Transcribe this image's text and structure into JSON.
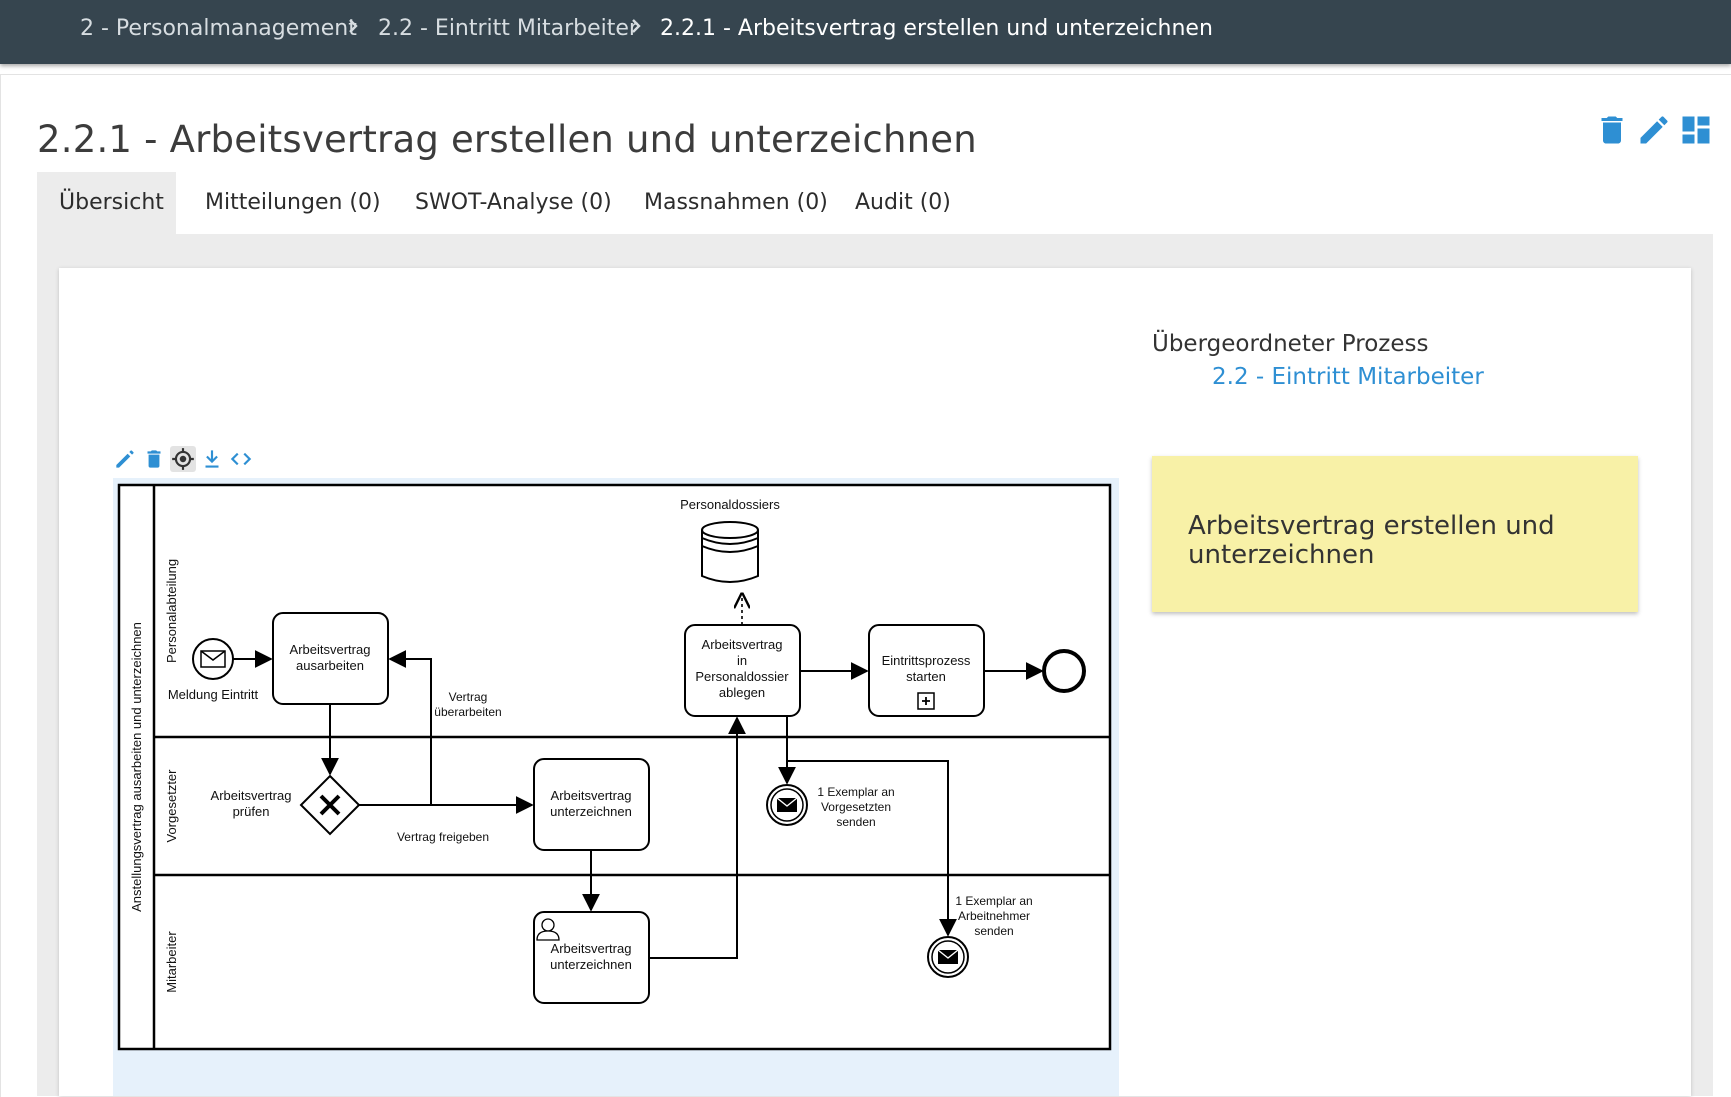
{
  "breadcrumb": {
    "items": [
      "2 - Personalmanagement",
      "2.2 - Eintritt Mitarbeiter",
      "2.2.1 - Arbeitsvertrag erstellen und unterzeichnen"
    ]
  },
  "page": {
    "title": "2.2.1 - Arbeitsvertrag erstellen und unterzeichnen",
    "actions": [
      "trash-icon",
      "pencil-icon",
      "dashboard-icon"
    ]
  },
  "tabs": [
    {
      "label": "Übersicht",
      "active": true
    },
    {
      "label": "Mitteilungen (0)",
      "active": false
    },
    {
      "label": "SWOT-Analyse (0)",
      "active": false
    },
    {
      "label": "Massnahmen (0)",
      "active": false
    },
    {
      "label": "Audit (0)",
      "active": false
    }
  ],
  "parent_process": {
    "label": "Übergeordneter Prozess",
    "link": "2.2 - Eintritt Mitarbeiter"
  },
  "note": {
    "text": "Arbeitsvertrag erstellen und unterzeichnen"
  },
  "diagram_toolbar": [
    "pencil-icon",
    "trash-icon",
    "target-icon",
    "download-icon",
    "code-icon"
  ],
  "diagram": {
    "pool": "Anstellungsvertrag ausarbeiten und unterzeichnen",
    "lanes": [
      "Personalabteilung",
      "Vorgesetzter",
      "Mitarbeiter"
    ],
    "data_store": "Personaldossiers",
    "start_event": "Meldung Eintritt",
    "gateway": "Arbeitsvertrag prüfen",
    "flow_revise": "Vertrag überarbeiten",
    "flow_approve": "Vertrag freigeben",
    "task_draft": "Arbeitsvertrag ausarbeiten",
    "task_file": "Arbeitsvertrag in Personaldossier ablegen",
    "task_subprocess": "Eintrittsprozess starten",
    "task_sign_supervisor": "Arbeitsvertrag unterzeichnen",
    "task_sign_employee": "Arbeitsvertrag unterzeichnen",
    "msg_supervisor": "1 Exemplar an Vorgesetzten senden",
    "msg_employee": "1 Exemplar an Arbeitnehmer senden",
    "colors": {
      "accent": "#2e8fd3",
      "topbar": "#36454f",
      "note": "#f8f1a7",
      "diagram_bg": "#e6f1fb"
    }
  }
}
